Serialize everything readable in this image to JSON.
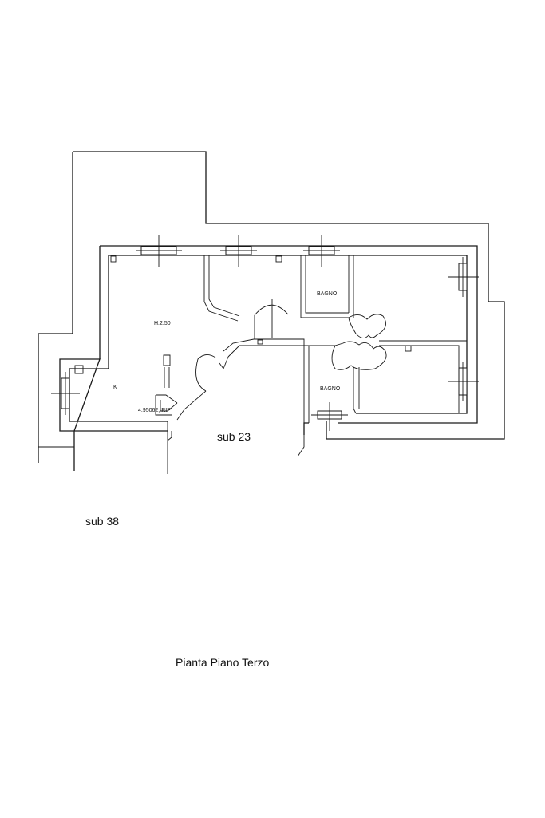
{
  "labels": {
    "height": "H.2.50",
    "kitchen": "K",
    "bath_top": "BAGNO",
    "bath_bottom": "BAGNO",
    "storage": "4.95062, RIP",
    "sub_right": "sub 23",
    "sub_left": "sub 38",
    "title": "Pianta Piano Terzo"
  }
}
